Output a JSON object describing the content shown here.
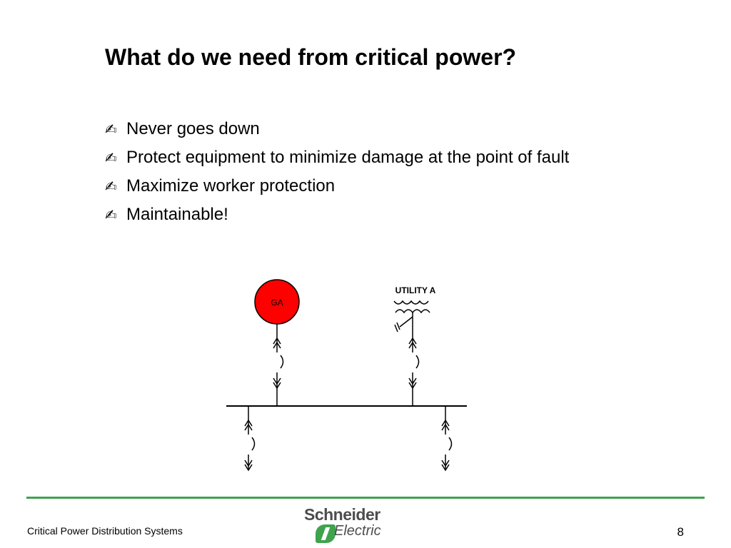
{
  "slide": {
    "title": "What do we need from critical power?",
    "bullets": [
      {
        "icon": "writing-hand-icon",
        "text": "Never goes down"
      },
      {
        "icon": "writing-hand-icon",
        "text": "Protect equipment to minimize damage at the point of fault"
      },
      {
        "icon": "writing-hand-icon",
        "text": "Maximize worker protection"
      },
      {
        "icon": "writing-hand-icon",
        "text": "Maintainable!"
      }
    ],
    "bullet_glyph": "✍"
  },
  "diagram": {
    "generator_label": "GA",
    "utility_label": "UTILITY A",
    "colors": {
      "generator_fill": "#ff0000",
      "line": "#000000"
    }
  },
  "footer": {
    "left_text": "Critical Power Distribution Systems",
    "page_number": "8",
    "logo_top": "Schneider",
    "logo_bottom": "Electric",
    "accent_color": "#3fa34d"
  }
}
